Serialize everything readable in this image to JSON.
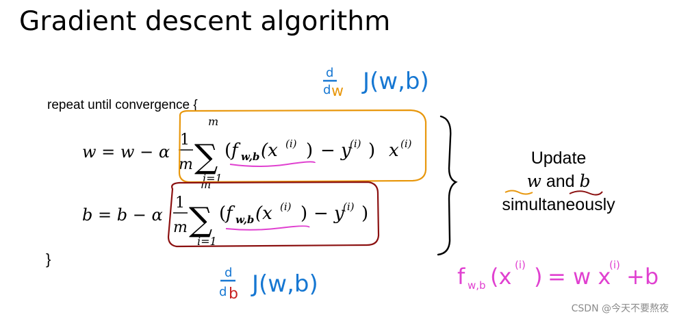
{
  "title": "Gradient descent algorithm",
  "repeat_label": "repeat until convergence {",
  "close_brace": "}",
  "w_update": {
    "lhs": "w = w − α",
    "frac_num": "1",
    "frac_den": "m",
    "sum_top": "m",
    "sum_bottom": "i=1",
    "open_paren": "(",
    "f_main": "f",
    "f_sub": "w,b",
    "x_term": "(x",
    "x_sup": "(i)",
    "close_x": ")",
    "minus_y": "− y",
    "y_sup": "(i)",
    "close_paren": ")",
    "trail_x": "x",
    "trail_sup": "(i)"
  },
  "b_update": {
    "lhs": "b = b − α",
    "frac_num": "1",
    "frac_den": "m",
    "sum_top": "m",
    "sum_bottom": "i=1",
    "open_paren": "(",
    "f_main": "f",
    "f_sub": "w,b",
    "x_term": "(x",
    "x_sup": "(i)",
    "close_x": ")",
    "minus_y": "− y",
    "y_sup": "(i)",
    "close_paren": ")"
  },
  "annotation_dw": {
    "d": "d",
    "var": "w",
    "expr": "J(w,b)"
  },
  "annotation_db": {
    "d": "d",
    "var": "b",
    "expr": "J(w,b)"
  },
  "update_note": {
    "line1": "Update",
    "w": "w",
    "and": "and",
    "b": "b",
    "line3": "simultaneously"
  },
  "model_note": {
    "f": "f",
    "f_sub": "w,b",
    "arg": "(x",
    "arg_sup": "(i)",
    "arg_close": ")",
    "equals": "= w x",
    "x_sup": "(i)",
    "plus_b": "+b"
  },
  "watermark": "CSDN @今天不要熬夜",
  "colors": {
    "orange": "#e8970c",
    "red": "#8b1010",
    "blue": "#1677d2",
    "magenta": "#e040d0",
    "black": "#000000"
  }
}
